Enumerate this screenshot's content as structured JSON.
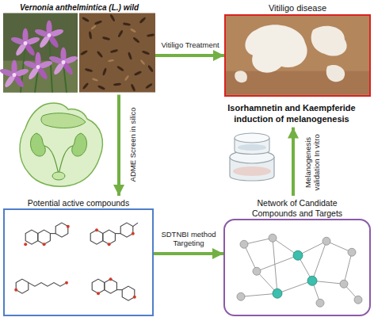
{
  "diagram": {
    "nodes": [
      {
        "text": [
          "Vernonia anthelmintica (L.) wild"
        ]
      },
      {
        "text": [
          "Vitiligo disease"
        ]
      },
      {
        "text": [
          "Isorhamnetin and Kaempferide induction of melanogenesis"
        ]
      },
      {
        "text": [
          "Potential active compounds"
        ]
      },
      {
        "text": [
          "Network of Candidate Compounds and Targets"
        ]
      }
    ],
    "edges": [
      {
        "from": 0,
        "to": 1,
        "arrow": "to",
        "label": "Vitiligo Treatment"
      },
      {
        "from": 0,
        "to": 3,
        "arrow": "to",
        "label": "ADME Screen in silico"
      },
      {
        "from": 3,
        "to": 4,
        "arrow": "to",
        "label": "SDTNBI method Targeting"
      },
      {
        "from": 4,
        "to": 2,
        "arrow": "to",
        "label": "Melanogenesis validation In vitro"
      }
    ]
  }
}
